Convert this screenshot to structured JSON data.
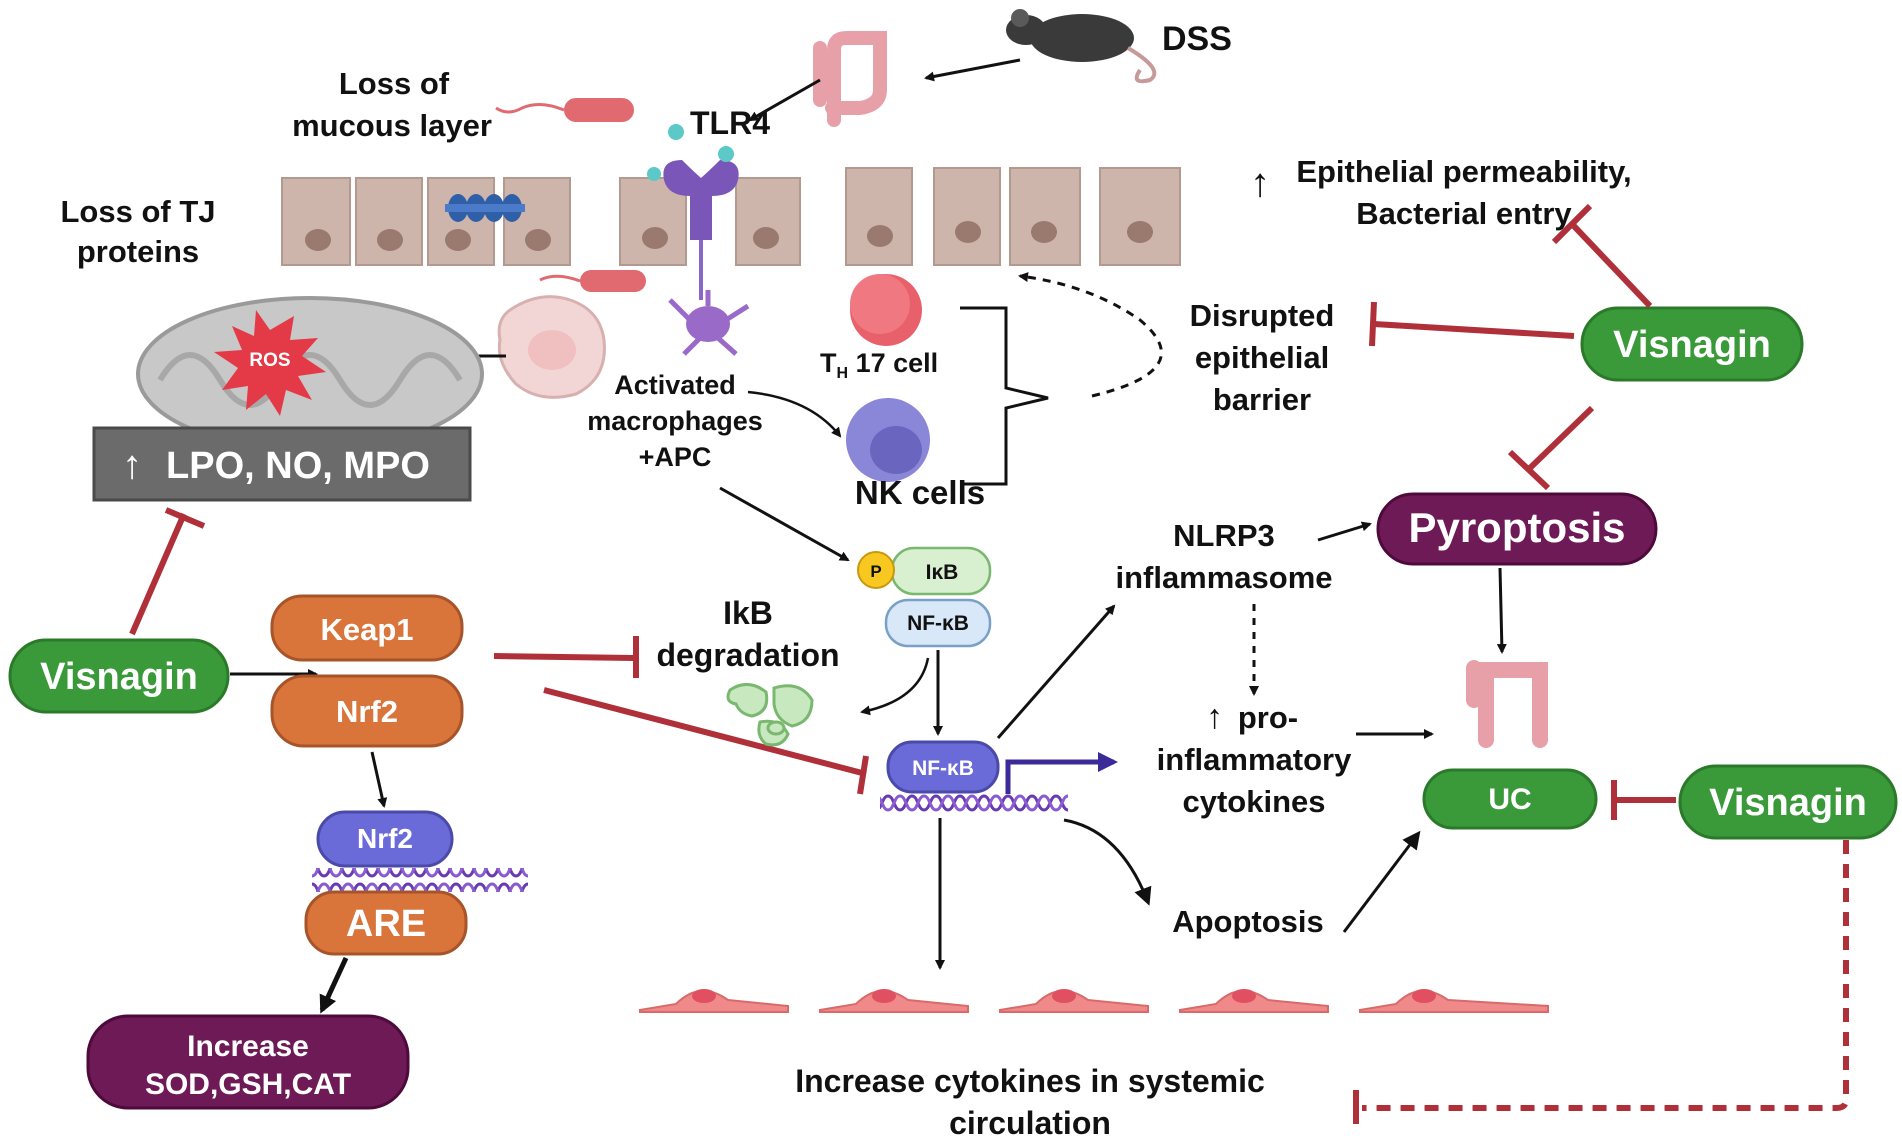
{
  "labels": {
    "dss": "DSS",
    "loss_mucous_1": "Loss of",
    "loss_mucous_2": "mucous layer",
    "tlr4": "TLR4",
    "loss_tj_1": "Loss of TJ",
    "loss_tj_2": "proteins",
    "epi_perm_1": "Epithelial permeability,",
    "epi_perm_2": "Bacterial entry",
    "disrupted_1": "Disrupted",
    "disrupted_2": "epithelial",
    "disrupted_3": "barrier",
    "ros": "ROS",
    "th17_t": "T",
    "th17_h": "H",
    "th17_rest": " 17 cell",
    "activated_1": "Activated",
    "activated_2": "macrophages",
    "activated_3": "+APC",
    "nk_cells": "NK cells",
    "lpo_box": "LPO, NO, MPO",
    "visnagin": "Visnagin",
    "keap1": "Keap1",
    "nrf2": "Nrf2",
    "nrf2_small": "Nrf2",
    "are": "ARE",
    "increase_1": "Increase",
    "increase_2": "SOD,GSH,CAT",
    "ikb_deg_1": "IkB",
    "ikb_deg_2": "degradation",
    "p": "P",
    "ikb": "IκB",
    "nfkb": "NF-κB",
    "nlrp3_1": "NLRP3",
    "nlrp3_2": "inflammasome",
    "pyroptosis": "Pyroptosis",
    "pro_1": "pro-",
    "pro_2": "inflammatory",
    "pro_3": "cytokines",
    "uc": "UC",
    "apoptosis": "Apoptosis",
    "systemic_1": "Increase cytokines in systemic",
    "systemic_2": "circulation"
  },
  "colors": {
    "green": "#3a9a3a",
    "orange": "#d9743a",
    "purple_dark": "#6e1a56",
    "inhibit_red": "#b0303a",
    "gray_box": "#6b6b6b",
    "nfkb_blue": "#6a6ad8",
    "cell_tan": "#cdb5ab"
  }
}
